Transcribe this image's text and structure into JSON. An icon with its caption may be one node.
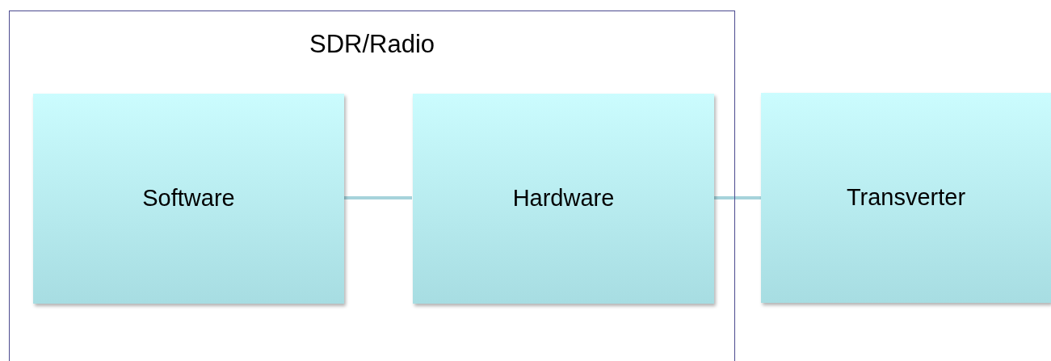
{
  "diagram": {
    "nodes": [
      {
        "text": [
          "SDR/Radio"
        ]
      },
      {
        "text": [
          "Software"
        ],
        "in": 0
      },
      {
        "text": [
          "Hardware"
        ],
        "in": 0
      },
      {
        "text": [
          "Transverter"
        ]
      }
    ],
    "edges": [
      {
        "from": 1,
        "to": 2,
        "arrow": "none"
      },
      {
        "from": 2,
        "to": 3,
        "arrow": "none"
      }
    ]
  }
}
